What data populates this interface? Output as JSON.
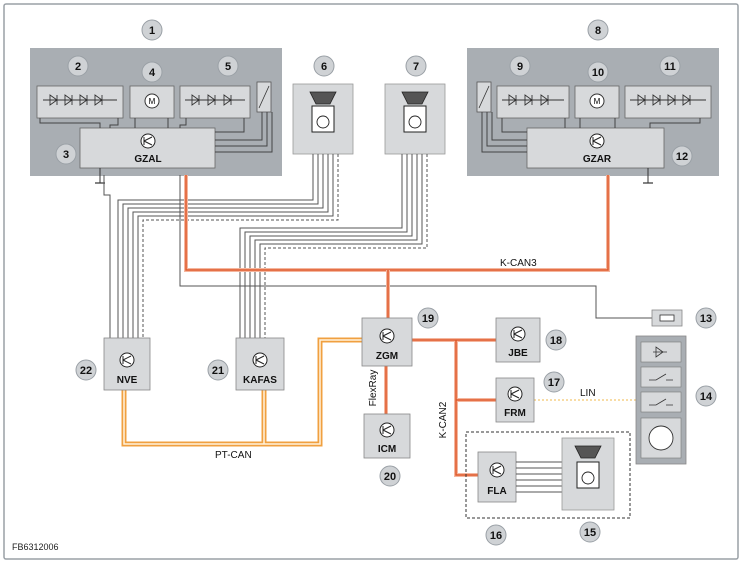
{
  "figure_id": "FB6312006",
  "ecus": {
    "gzal": "GZAL",
    "gzar": "GZAR",
    "nve": "NVE",
    "kafas": "KAFAS",
    "zgm": "ZGM",
    "jbe": "JBE",
    "frm": "FRM",
    "icm": "ICM",
    "fla": "FLA"
  },
  "buses": {
    "k_can3": "K-CAN3",
    "k_can2": "K-CAN2",
    "pt_can": "PT-CAN",
    "flexray": "FlexRay",
    "lin": "LIN"
  },
  "callouts": [
    "1",
    "2",
    "3",
    "4",
    "5",
    "6",
    "7",
    "8",
    "9",
    "10",
    "11",
    "12",
    "13",
    "14",
    "15",
    "16",
    "17",
    "18",
    "19",
    "20",
    "21",
    "22"
  ],
  "colors": {
    "k_can": "#e05a2b",
    "k_can_light": "#f4b69e",
    "pt_can": "#f0a040",
    "lin": "#f2b84b",
    "module_fill": "#a9aeb3",
    "box_fill": "#d7d9db"
  }
}
